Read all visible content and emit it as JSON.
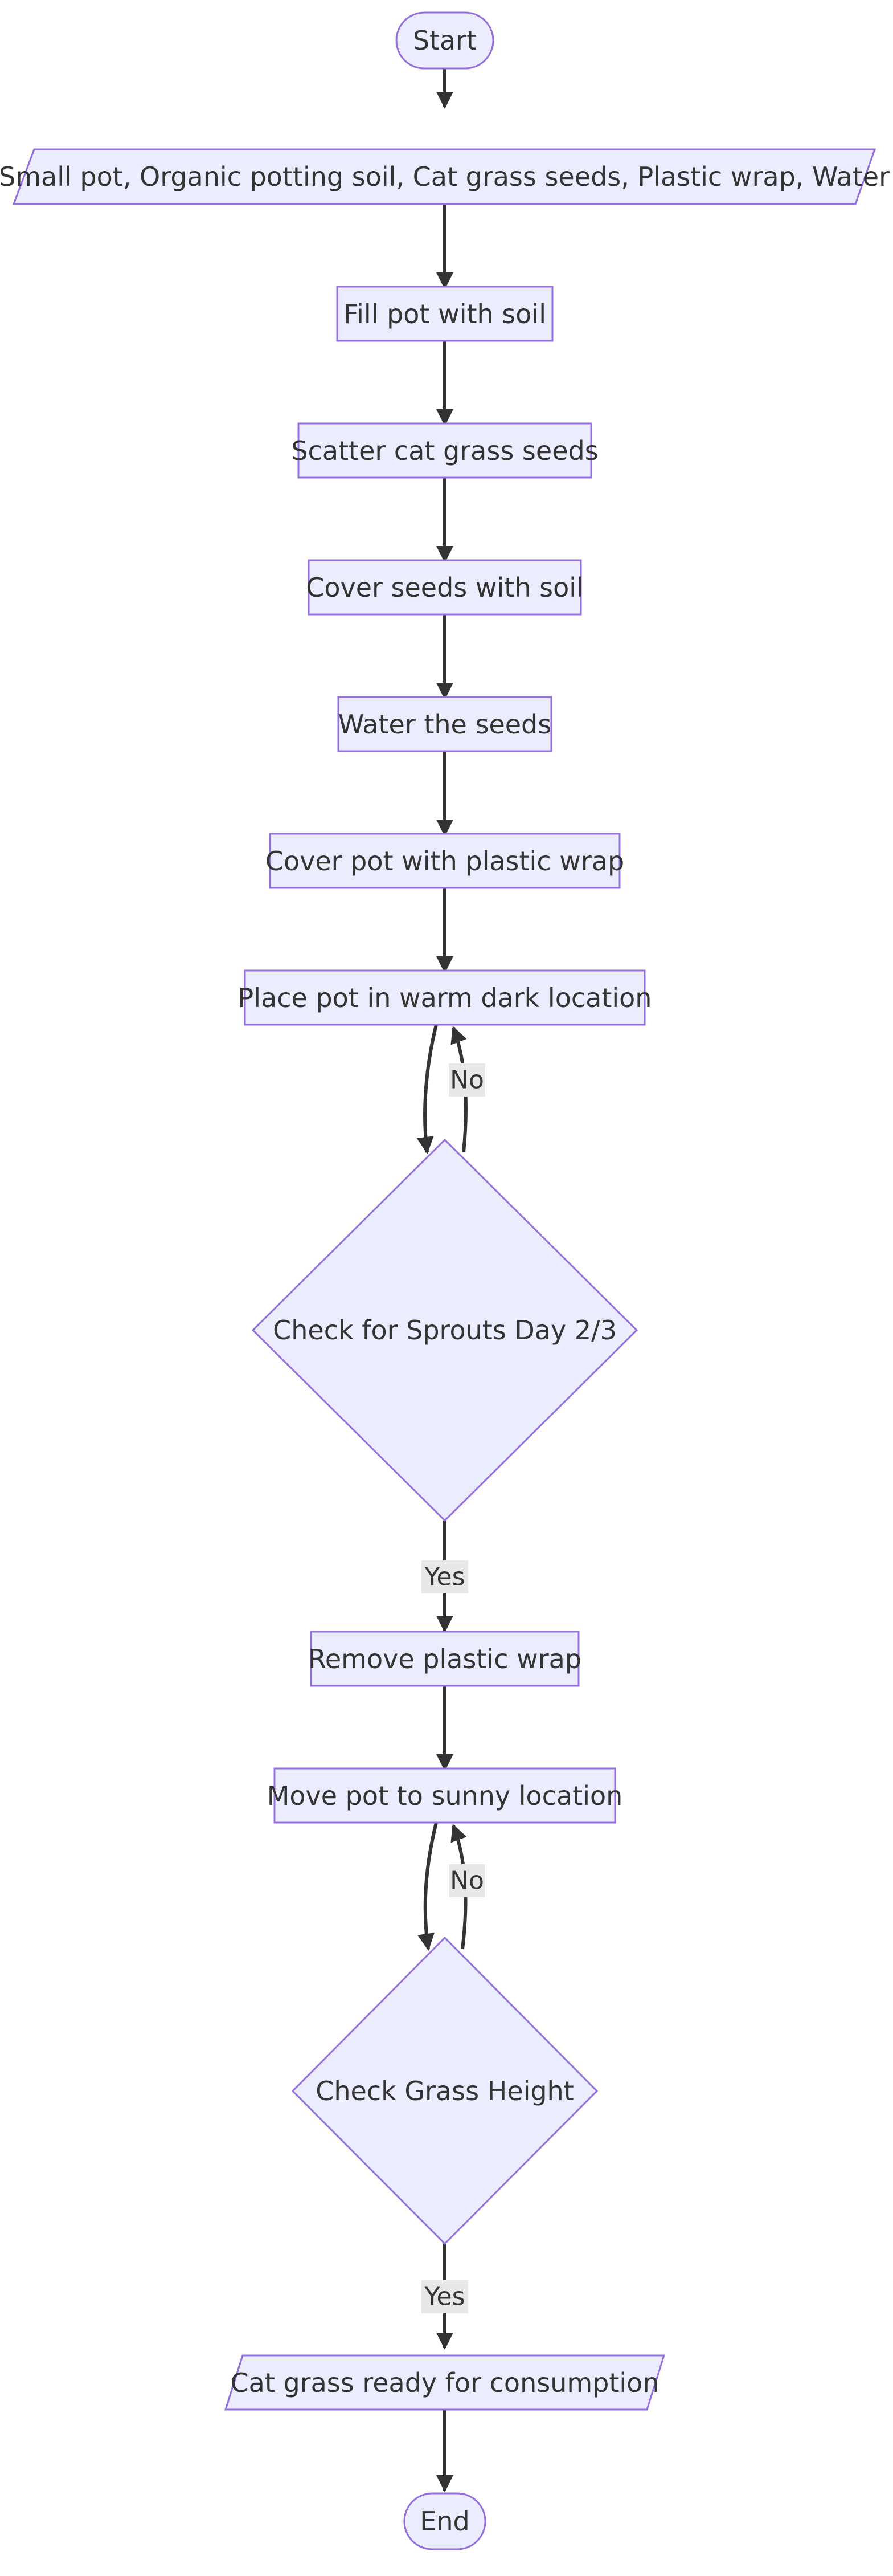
{
  "flowchart": {
    "start": "Start",
    "materials": "Small pot, Organic potting soil, Cat grass seeds, Plastic wrap, Water",
    "fill_pot": "Fill pot with soil",
    "scatter_seeds": "Scatter cat grass seeds",
    "cover_seeds": "Cover seeds with soil",
    "water_seeds": "Water the seeds",
    "cover_wrap": "Cover pot with plastic wrap",
    "place_dark": "Place pot in warm dark location",
    "check_sprouts": "Check for Sprouts Day 2/3",
    "remove_wrap": "Remove plastic wrap",
    "move_sunny": "Move pot to sunny location",
    "check_height": "Check Grass Height",
    "ready": "Cat grass ready for consumption",
    "end": "End",
    "label_no_sprouts": "No",
    "label_yes_sprouts": "Yes",
    "label_no_height": "No",
    "label_yes_height": "Yes"
  },
  "colors": {
    "node_fill": "#ececff",
    "node_stroke": "#9370db",
    "edge": "#333333",
    "label_bg": "#e8e8e8"
  }
}
